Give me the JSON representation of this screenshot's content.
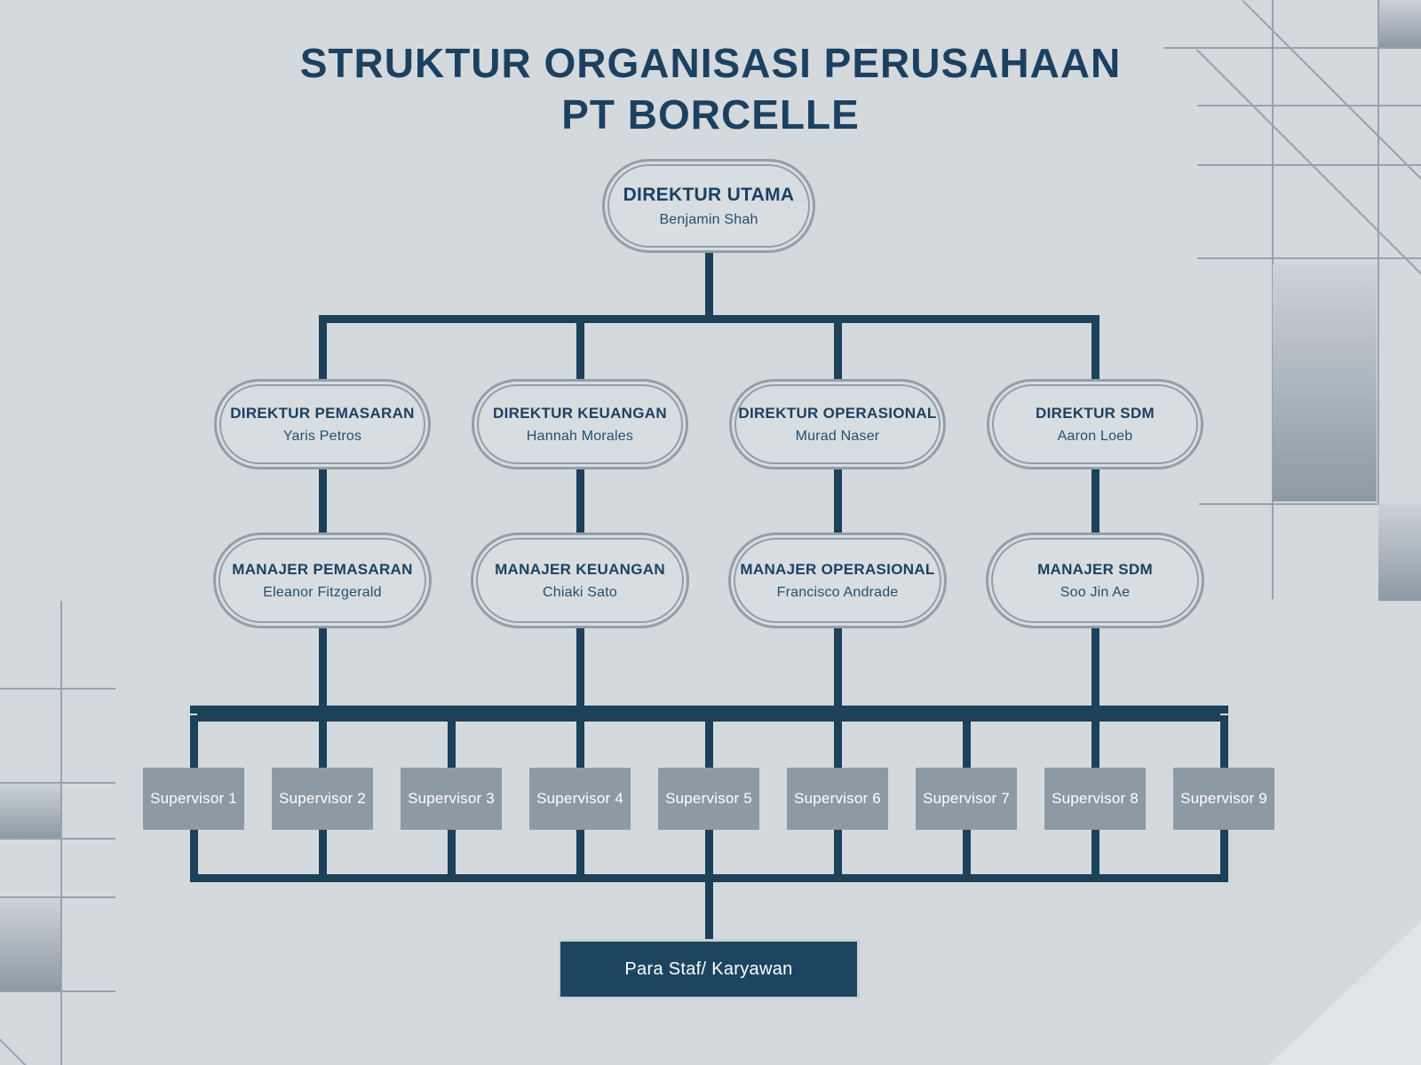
{
  "title": {
    "line1": "STRUKTUR ORGANISASI PERUSAHAAN",
    "line2": "PT BORCELLE"
  },
  "org": {
    "ceo": {
      "role": "DIREKTUR UTAMA",
      "name": "Benjamin Shah"
    },
    "directors": [
      {
        "role": "DIREKTUR PEMASARAN",
        "name": "Yaris Petros"
      },
      {
        "role": "DIREKTUR KEUANGAN",
        "name": "Hannah Morales"
      },
      {
        "role": "DIREKTUR OPERASIONAL",
        "name": "Murad Naser"
      },
      {
        "role": "DIREKTUR SDM",
        "name": "Aaron Loeb"
      }
    ],
    "managers": [
      {
        "role": "MANAJER PEMASARAN",
        "name": "Eleanor Fitzgerald"
      },
      {
        "role": "MANAJER KEUANGAN",
        "name": "Chiaki Sato"
      },
      {
        "role": "MANAJER OPERASIONAL",
        "name": "Francisco Andrade"
      },
      {
        "role": "MANAJER SDM",
        "name": "Soo Jin Ae"
      }
    ],
    "supervisors": [
      "Supervisor 1",
      "Supervisor 2",
      "Supervisor 3",
      "Supervisor 4",
      "Supervisor 5",
      "Supervisor 6",
      "Supervisor 7",
      "Supervisor 8",
      "Supervisor 9"
    ],
    "staff_label": "Para Staf/ Karyawan"
  },
  "colors": {
    "background": "#d4d9de",
    "connector_navy": "#1c4158",
    "title_navy": "#1c4160",
    "oval_border_gray": "#949ea6",
    "supervisor_box_gray": "#8d99a3",
    "staff_box_navy": "#1d4560",
    "decor_line_gray": "#99a2aa"
  }
}
